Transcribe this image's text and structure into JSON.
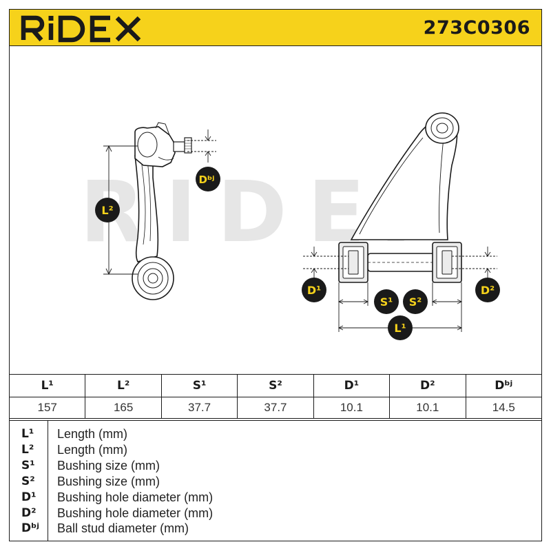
{
  "header": {
    "brand": "RIDEX",
    "part_number": "273C0306"
  },
  "watermark": "RIDEX",
  "callouts": {
    "L1": "L¹",
    "L2": "L²",
    "S1": "S¹",
    "S2": "S²",
    "D1": "D¹",
    "D2": "D²",
    "Dbj": "Dᵇʲ"
  },
  "colors": {
    "accent_yellow": "#f6d21b",
    "ink": "#1a1a1a",
    "watermark_gray": "#e6e6e6",
    "bushing_fill": "#ececec"
  },
  "table": {
    "headers": [
      "L¹",
      "L²",
      "S¹",
      "S²",
      "D¹",
      "D²",
      "Dᵇʲ"
    ],
    "values": [
      "157",
      "165",
      "37.7",
      "37.7",
      "10.1",
      "10.1",
      "14.5"
    ]
  },
  "legend": [
    {
      "symbol": "L¹",
      "description": "Length (mm)"
    },
    {
      "symbol": "L²",
      "description": "Length (mm)"
    },
    {
      "symbol": "S¹",
      "description": "Bushing size (mm)"
    },
    {
      "symbol": "S²",
      "description": "Bushing size (mm)"
    },
    {
      "symbol": "D¹",
      "description": "Bushing hole diameter (mm)"
    },
    {
      "symbol": "D²",
      "description": "Bushing hole diameter (mm)"
    },
    {
      "symbol": "Dᵇʲ",
      "description": "Ball stud diameter (mm)"
    }
  ]
}
